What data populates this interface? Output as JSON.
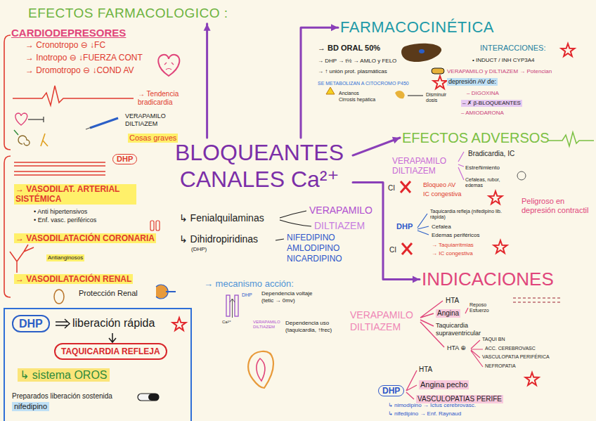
{
  "diagram": {
    "nodes": [
      {
        "text": [
          "EFECTOS FARMACOLOGICO :"
        ]
      },
      {
        "text": [
          "FARMACOCINÉTICA"
        ]
      },
      {
        "text": [
          "BLOQUEANTES CANALES Ca²⁺"
        ]
      },
      {
        "text": [
          "EFECTOS ADVERSOS"
        ]
      },
      {
        "text": [
          "INDICACIONES"
        ]
      },
      {
        "text": [
          "liberación rápida",
          "↳ sistema OROS",
          "Preparados liberación sostenida",
          "nifedipino"
        ]
      },
      {
        "text": [
          "DHP"
        ],
        "in": 5
      },
      {
        "text": [
          "TAQUICARDIA REFLEJA"
        ],
        "in": 5
      }
    ],
    "edges": [
      {
        "from": 2,
        "to": 0,
        "arrow": "to"
      },
      {
        "from": 2,
        "to": 1,
        "arrow": "to"
      },
      {
        "from": 2,
        "to": 3,
        "arrow": "to"
      },
      {
        "from": 2,
        "to": 4,
        "arrow": "to"
      }
    ],
    "labels": [
      "CARDIODEPRESORES",
      "→ Cronotropo ⊖ ↓FC",
      "→ Inotropo ⊖ ↓FUERZA CONT",
      "→ Dromotropo ⊖ ↓COND AV",
      "→ Tendencia bradicardia",
      "VERAPAMILO DILTIAZEM",
      "Cosas graves",
      "DHP",
      "→ VASODILAT. ARTERIAL SISTÉMICA",
      "• Anti hipertensivos",
      "• Enf. vasc. periféricos",
      "→ VASODILATACIÓN CORONARIA",
      "Antianginosos",
      "→ VASODILATACIÓN RENAL",
      "Protección Renal",
      "↳ Fenialquilaminas",
      "VERAPAMILO",
      "DILTIAZEM",
      "↳ Dihidropiridinas",
      "(DHP)",
      "NIFEDIPINO",
      "AMLODIPINO",
      "NICARDIPINO",
      "→ mecanismo acción:",
      "DHP",
      "Dependencia voltaje (tetic → 0mv)",
      "Ca²⁺",
      "VERAPAMILO DILTIAZEM",
      "Dependencia uso (taquicardia, ↑frec)",
      "→ BD ORAL 50%",
      "→ DHP → t½ → AMLO y FELO",
      "→ ↑ unión prot. plasmáticas",
      "SE METABOLIZAN A CITOCROMO P450",
      "Ancianos",
      "Cirrosis hepática",
      "Disminuir dosis",
      "INTERACCIONES:",
      "• INDUCT / INH CYP3A4",
      "VERAPAMILO y DILTIAZEM → Potencian",
      "depresión AV de:",
      "– DIGOXINA",
      "– ✗ β-BLOQUEANTES",
      "– AMIODARONA",
      "VERAPAMILO DILTIAZEM",
      "Bradicardia, IC",
      "Estreñimiento",
      "Cefaleas, rubor, edemas",
      "CI",
      "Bloqueo AV",
      "IC congestiva",
      "Peligroso en depresión contractil",
      "DHP",
      "Taquicardia refleja (nifedipino lib. rápida)",
      "Cefalea",
      "Edemas periféricos",
      "CI",
      "→ Taquiarritmias",
      "→ IC congestiva",
      "VERAPAMILO DILTIAZEM",
      "HTA",
      "Angina",
      "Reposo Esfuerzo",
      "Taquicardia supraventricular",
      "HTA ⊕",
      "TAQUI BN",
      "ACC. CEREBROVASC",
      "VASCULOPATIA PERIFÉRICA",
      "NEFROPATIA",
      "DHP",
      "HTA",
      "Angina pecho",
      "VASCULOPATIAS PERIFE",
      "↳ nimodipino → Ictus cerebrovasc.",
      "↳ nifedipino → Enf. Raynaud"
    ]
  }
}
